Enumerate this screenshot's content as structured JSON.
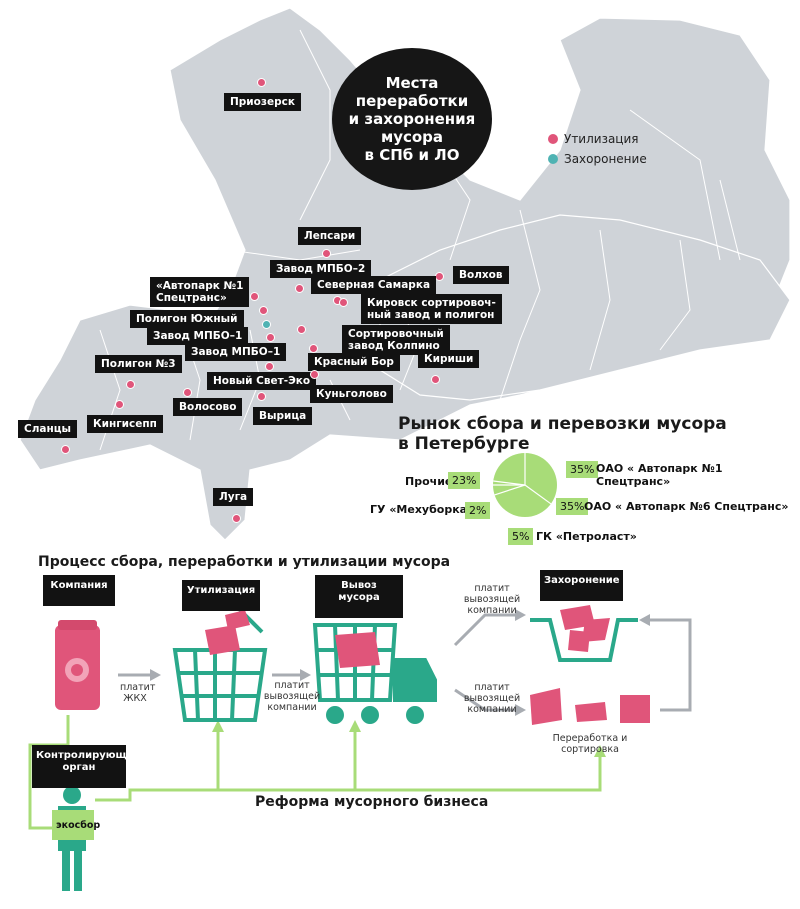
{
  "title": "Места\nпереработки\nи захоронения\nмусора\nв СПб и ЛО",
  "legend": [
    {
      "label": "Утилизация",
      "color": "#e0557a"
    },
    {
      "label": "Захоронение",
      "color": "#4fb3b3"
    }
  ],
  "places": {
    "priozersk": "Приозерск",
    "lepsari": "Лепсари",
    "zavod_mpbo2": "Завод МПБО–2",
    "volhov": "Волхов",
    "avtopark": "«Автопарк №1\nСпецтранс»",
    "sev_samarka": "Северная Самарка",
    "kirovsk": "Кировск сортировоч-\nный завод и полигон",
    "poligon_yuzhny": "Полигон Южный",
    "zavod_mpbo1_a": "Завод МПБО–1",
    "sort_kolpino": "Сортировочный\nзавод  Колпино",
    "zavod_mpbo1_b": "Завод МПБО–1",
    "krasny_bor": "Красный Бор",
    "kirishi": "Кириши",
    "poligon3": "Полигон №3",
    "novy_svet": "Новый Свет-Эко",
    "kungolovo": "Куньголово",
    "volosovo": "Волосово",
    "vyritsa": "Вырица",
    "kingisepp": "Кингисепп",
    "slantsy": "Сланцы",
    "luga": "Луга"
  },
  "market": {
    "title": "Рынок сбора и перевозки мусора\nв Петербурге",
    "slices": [
      {
        "label": "ОАО « Автопарк №1 Спецтранс»",
        "pct": "35%",
        "value": 35
      },
      {
        "label": "ОАО « Автопарк №6 Спецтранс»",
        "pct": "35%",
        "value": 35
      },
      {
        "label": "ГК «Петроласт»",
        "pct": "5%",
        "value": 5
      },
      {
        "label": "ГУ «Мехуборка»",
        "pct": "2%",
        "value": 2
      },
      {
        "label": "Прочие",
        "pct": "23%",
        "value": 23
      }
    ]
  },
  "process": {
    "title": "Процесс сбора, переработки и утилизации мусора",
    "company": "Компания",
    "utilization": "Утилизация",
    "removal": "Вывоз мусора",
    "burial": "Захоронение",
    "control": "Контролирующий\nорган",
    "pays_zhkh": "платит\nЖКХ",
    "pays_company": "платит\nвывозящей\nкомпании",
    "pays_company_top": "платит\nвывозящей\nкомпании",
    "pays_company_bottom": "платит\nвывозящей\nкомпании",
    "processing": "Переработка и сортировка",
    "ecosbor": "экосбор",
    "reform": "Реформа мусорного бизнеса"
  }
}
